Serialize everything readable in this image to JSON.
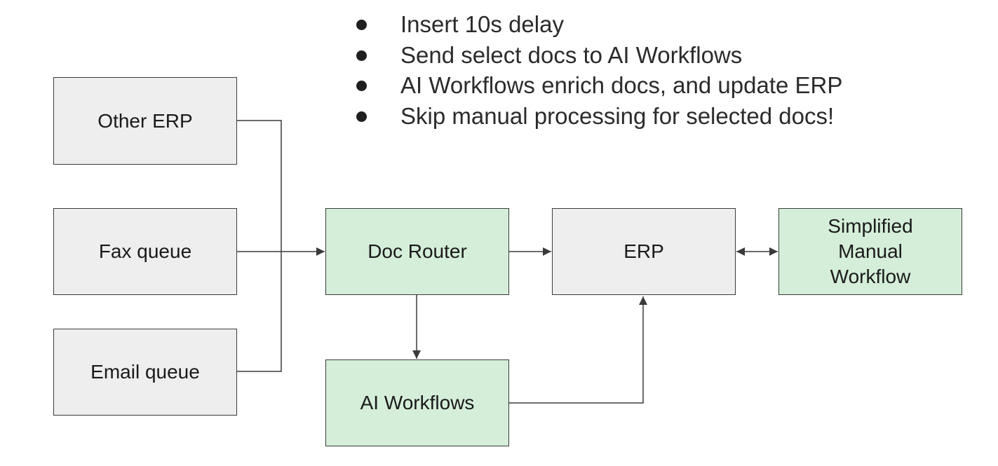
{
  "bullets": [
    "Insert 10s delay",
    "Send select docs to AI Workflows",
    "AI Workflows enrich docs, and update ERP",
    "Skip manual processing for selected docs!"
  ],
  "nodes": {
    "other_erp": "Other ERP",
    "fax_queue": "Fax queue",
    "email_queue": "Email queue",
    "doc_router": "Doc Router",
    "erp": "ERP",
    "simplified_manual_workflow": "Simplified\nManual\nWorkflow",
    "ai_workflows": "AI Workflows"
  },
  "colors": {
    "source_fill": "#eeeeee",
    "new_component_fill": "#d5eed9",
    "stroke": "#3a3a3a"
  }
}
